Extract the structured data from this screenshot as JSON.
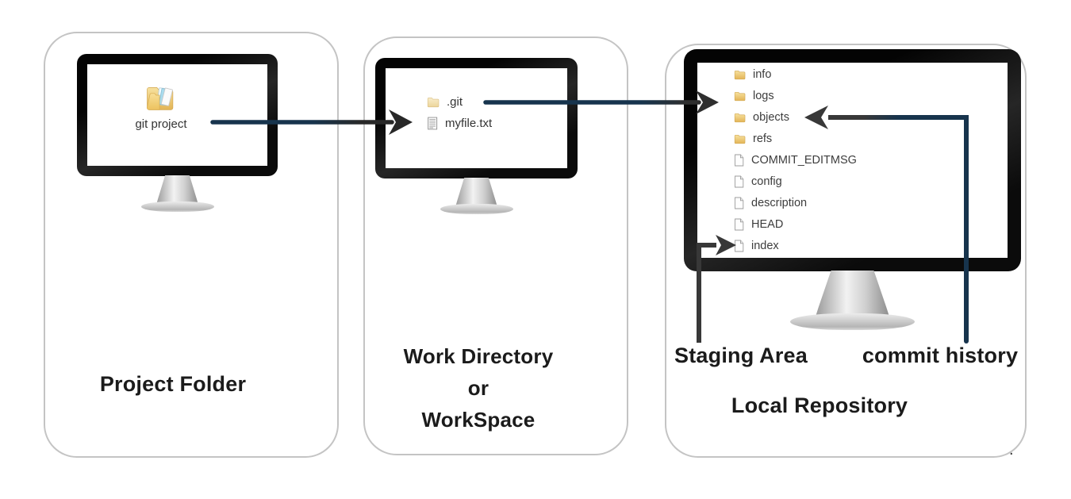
{
  "colors": {
    "arrow_navy": "#17344d",
    "arrow_dark": "#2f2f2f",
    "staging_line": "#383838",
    "card_border": "#c4c4c4",
    "folder_gold": "#eec96d",
    "title_text": "#1b1b1b",
    "row_text": "#3d3d3d"
  },
  "cards": {
    "project_folder": {
      "title": "Project Folder",
      "desktop_icon": {
        "icon": "open-folder-icon",
        "label": "git project"
      }
    },
    "work_directory": {
      "title_line1": "Work Directory",
      "title_line2": "or",
      "title_line3": "WorkSpace",
      "items": [
        {
          "icon": "folder-icon",
          "label": ".git"
        },
        {
          "icon": "text-file-icon",
          "label": "myfile.txt"
        }
      ]
    },
    "local_repository": {
      "title": "Local Repository",
      "staging_label": "Staging Area",
      "commit_label": "commit history",
      "items": [
        {
          "icon": "folder-icon",
          "label": "info"
        },
        {
          "icon": "folder-icon",
          "label": "logs"
        },
        {
          "icon": "folder-icon",
          "label": "objects"
        },
        {
          "icon": "folder-icon",
          "label": "refs"
        },
        {
          "icon": "file-icon",
          "label": "COMMIT_EDITMSG"
        },
        {
          "icon": "file-icon",
          "label": "config"
        },
        {
          "icon": "file-icon",
          "label": "description"
        },
        {
          "icon": "file-icon",
          "label": "HEAD"
        },
        {
          "icon": "file-icon",
          "label": "index"
        }
      ]
    }
  },
  "stray_dot": "."
}
